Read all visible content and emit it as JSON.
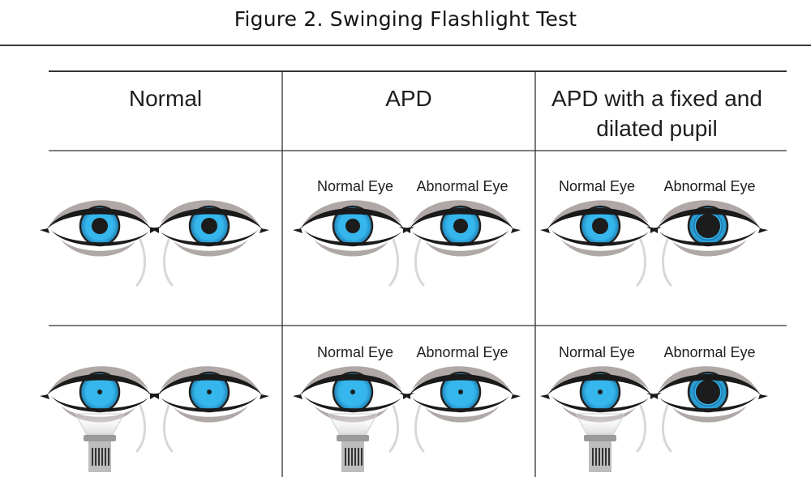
{
  "figure": {
    "title": "Figure 2. Swinging Flashlight Test"
  },
  "columns": [
    {
      "heading": "Normal"
    },
    {
      "heading": "APD"
    },
    {
      "heading_line1": "APD with a fixed and",
      "heading_line2": "dilated pupil"
    }
  ],
  "eye_labels": {
    "normal": "Normal Eye",
    "abnormal": "Abnormal Eye"
  },
  "colors": {
    "iris": "#35b6ec",
    "iris_dark": "#1f7fb2",
    "lid": "#b0a8a6",
    "liner": "#1a1a1a",
    "pupil": "#1c1c1c"
  },
  "icons": [
    "eye-icon",
    "flashlight-icon"
  ]
}
